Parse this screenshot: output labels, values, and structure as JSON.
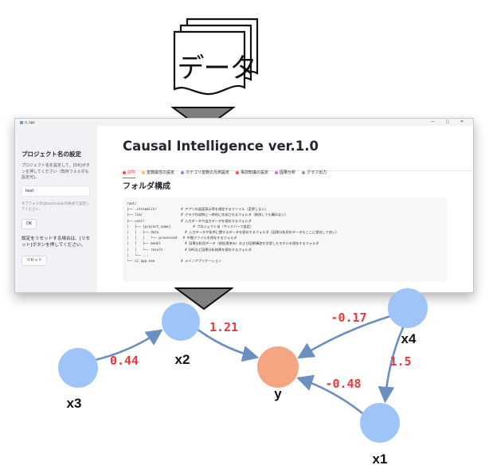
{
  "hero": {
    "label": "データ"
  },
  "app": {
    "window_title": "ci_app",
    "window_controls": "— ▢ ✕",
    "sidebar": {
      "title": "プロジェクト名の設定",
      "instruction": "プロジェクト名を設定して、[OK]ボタンを押してください（既存フォルダも設定可)。",
      "project_value": "test",
      "hint": "サブフォルダはtest/subdirの形式で設定してください。",
      "ok_label": "OK",
      "reset_text": "設定をリセットする場合は、[リセット]ボタンを押してください。",
      "reset_label": "リセット"
    },
    "title": "Causal Intelligence ver.1.0",
    "tabs": [
      {
        "label": "説明",
        "color": "#ff4b4b"
      },
      {
        "label": "変数属性の設定",
        "color": "#f2c14e"
      },
      {
        "label": "カテゴリ変数の凡例設定",
        "color": "#7a8fd6"
      },
      {
        "label": "事前知識の設定",
        "color": "#ff4b4b"
      },
      {
        "label": "因果分析",
        "color": "#d66bd6"
      },
      {
        "label": "グラフ出力",
        "color": "#999999"
      }
    ],
    "section_title": "フォルダ構成",
    "tree": [
      "root/",
      "├── .streamlit/            # アプリの画面表示等を規定するファイル（変更しない）",
      "├── lib/                   # グラフ作成時に一時的に作成されるフォルダ（削除しても構わない）",
      "├── user/                  # 入力データや出力データを保存するフォルダ",
      "│   ├── {project_name}           # プロジェクト名（サイドバーで設定）",
      "│   │   ├── data             # 入力データや条件に関するデータを保存するフォルダ（因果分析用のデータもここに保存して良い）",
      "│   │   │   └── processed   # 中間ファイルを保存するフォルダ",
      "│   │   ├── model            # 因果分析用データ（前処理済み）および因果構造を学習したモデルを保存するフォルダ",
      "│   │   └── result           # DAGなど因果分析結果を保存するフォルダ",
      "│   └── ...",
      "└── ci_app.exe             # メインアプリケーション"
    ]
  },
  "graph": {
    "node_color": "#9fc5f8",
    "target_color": "#f4a582",
    "edge_color": "#6a8fc0",
    "label_color": "#e8383d",
    "nodes": [
      {
        "id": "x3",
        "label": "x3",
        "color": "#9fc5f8"
      },
      {
        "id": "x2",
        "label": "x2",
        "color": "#9fc5f8"
      },
      {
        "id": "y",
        "label": "y",
        "color": "#f4a582"
      },
      {
        "id": "x4",
        "label": "x4",
        "color": "#9fc5f8"
      },
      {
        "id": "x1",
        "label": "x1",
        "color": "#9fc5f8"
      }
    ],
    "edges": [
      {
        "from": "x3",
        "to": "x2",
        "weight": "0.44"
      },
      {
        "from": "x2",
        "to": "y",
        "weight": "1.21"
      },
      {
        "from": "x4",
        "to": "y",
        "weight": "-0.17"
      },
      {
        "from": "x4",
        "to": "x1",
        "weight": "1.5"
      },
      {
        "from": "x1",
        "to": "y",
        "weight": "-0.48"
      }
    ]
  }
}
